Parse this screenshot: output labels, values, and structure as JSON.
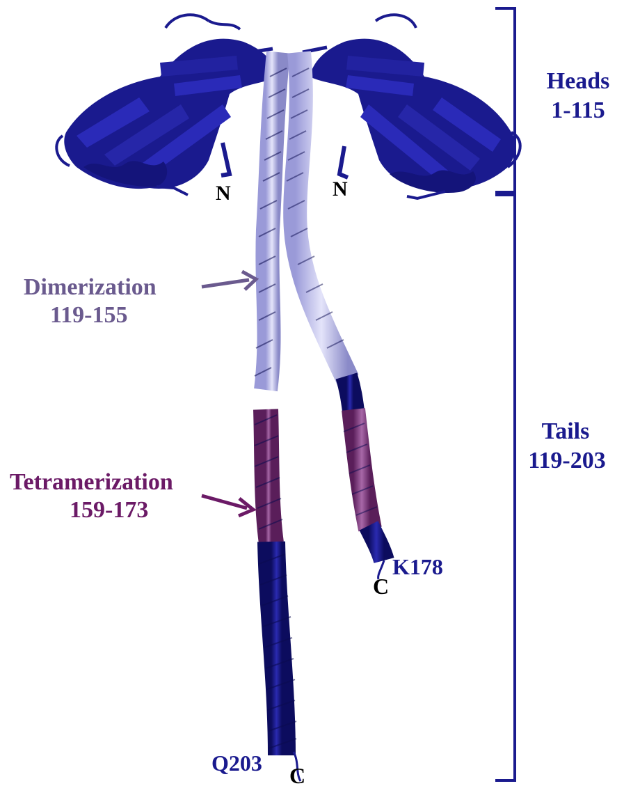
{
  "figure": {
    "colors": {
      "head_domain": "#1a1a8e",
      "dimerization_helix": "#c8c8ee",
      "tetramerization_helix": "#8e4a8e",
      "tail_helix": "#1a1a8e",
      "dimerization_label": "#6a5a8e",
      "tetramerization_label": "#6b1a66",
      "terminus_label": "#000000"
    },
    "labels": {
      "heads_name": "Heads",
      "heads_range": "1-115",
      "tails_name": "Tails",
      "tails_range": "119-203",
      "dimerization_name": "Dimerization",
      "dimerization_range": "119-155",
      "tetramerization_name": "Tetramerization",
      "tetramerization_range": "159-173",
      "n_terminus_left": "N",
      "n_terminus_right": "N",
      "c_terminus_left": "C",
      "c_terminus_right": "C",
      "residue_left_end": "Q203",
      "residue_right_end": "K178"
    }
  }
}
